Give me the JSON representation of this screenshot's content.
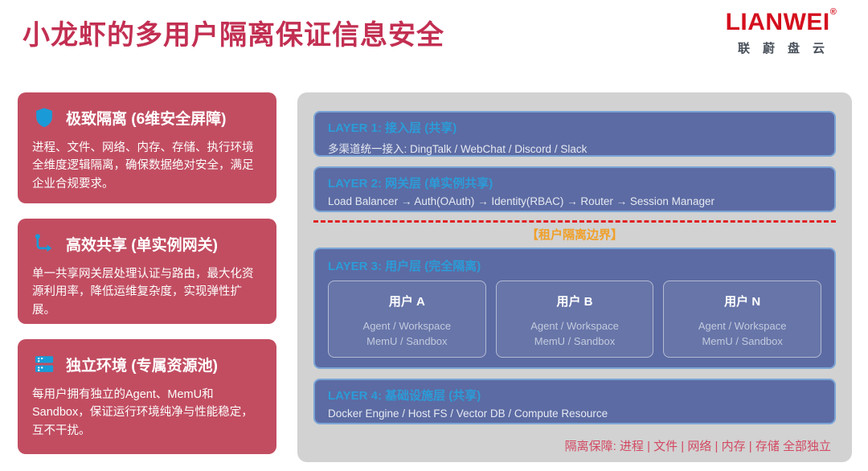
{
  "page": {
    "title": "小龙虾的多用户隔离保证信息安全"
  },
  "logo": {
    "brand": "LIANWEI",
    "registered_mark": "®",
    "subtext": "联蔚盘云"
  },
  "features": [
    {
      "icon": "shield-icon",
      "title": "极致隔离 (6维安全屏障)",
      "body": "进程、文件、网络、内存、存储、执行环境全维度逻辑隔离，确保数据绝对安全，满足企业合规要求。"
    },
    {
      "icon": "route-arrow-icon",
      "title": "高效共享 (单实例网关)",
      "body": "单一共享网关层处理认证与路由，最大化资源利用率，降低运维复杂度，实现弹性扩展。"
    },
    {
      "icon": "server-stack-icon",
      "title": "独立环境 (专属资源池)",
      "body": "每用户拥有独立的Agent、MemU和Sandbox，保证运行环境纯净与性能稳定，互不干扰。"
    }
  ],
  "architecture": {
    "layer1": {
      "heading": "LAYER 1: 接入层 (共享)",
      "body": "多渠道统一接入: DingTalk / WebChat / Discord / Slack"
    },
    "layer2": {
      "heading": "LAYER 2: 网关层 (单实例共享)",
      "body": "Load Balancer → Auth(OAuth) → Identity(RBAC) → Router → Session Manager"
    },
    "boundary_label": "【租户隔离边界】",
    "layer3": {
      "heading": "LAYER 3: 用户层 (完全隔离)",
      "users": [
        {
          "name": "用户 A",
          "line1": "Agent / Workspace",
          "line2": "MemU / Sandbox"
        },
        {
          "name": "用户 B",
          "line1": "Agent / Workspace",
          "line2": "MemU / Sandbox"
        },
        {
          "name": "用户 N",
          "line1": "Agent / Workspace",
          "line2": "MemU / Sandbox"
        }
      ]
    },
    "layer4": {
      "heading": "LAYER 4: 基础设施层 (共享)",
      "body": "Docker Engine / Host FS / Vector DB / Compute Resource"
    },
    "footnote": "隔离保障: 进程 | 文件 | 网络 | 内存 | 存储 全部独立"
  },
  "colors": {
    "title_red": "#c22f52",
    "card_red": "#c24d61",
    "icon_blue": "#1a9bd7",
    "layer_slate": "#5c6ba3",
    "layer_border": "#7aa4d6",
    "layer_heading_blue": "#2b9cd8",
    "panel_gray": "#d2d2d2",
    "boundary_red": "#e02222",
    "boundary_orange": "#f0a028",
    "footnote_red": "#d34a63",
    "logo_red": "#d40f1e"
  }
}
